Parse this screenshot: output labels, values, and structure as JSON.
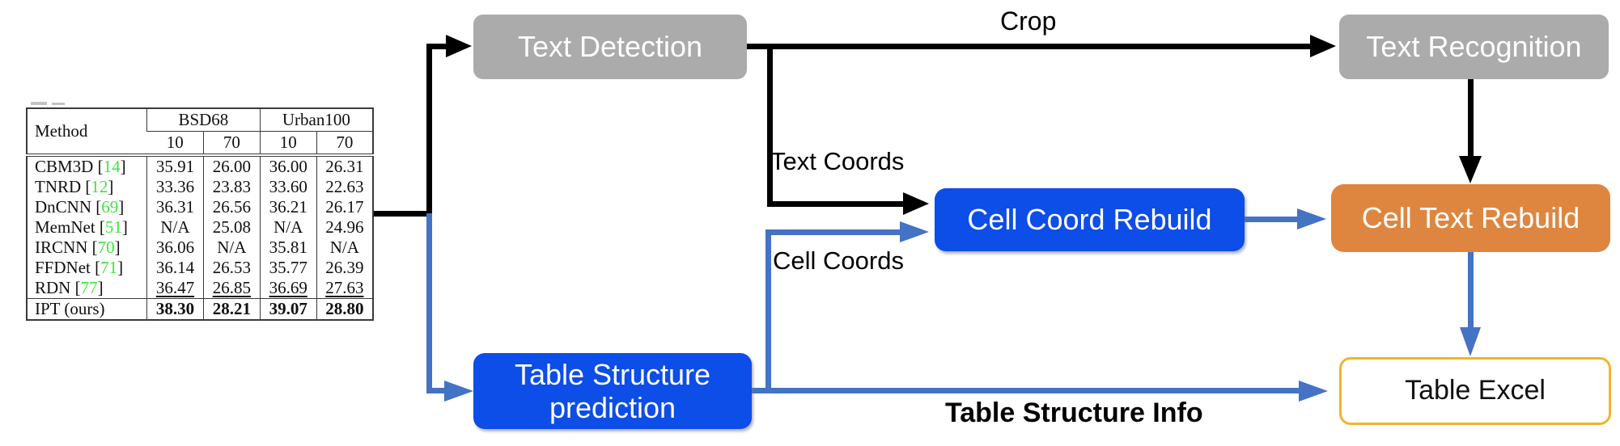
{
  "diagram": {
    "nodes": {
      "text_detection": {
        "label": "Text Detection",
        "color": "#ababab"
      },
      "text_recognition": {
        "label": "Text Recognition",
        "color": "#ababab"
      },
      "cell_coord_rebuild": {
        "label": "Cell Coord Rebuild",
        "color": "#0d4de8"
      },
      "cell_text_rebuild": {
        "label": "Cell Text Rebuild",
        "color": "#de8640"
      },
      "table_structure_prediction": {
        "label": "Table Structure\nprediction",
        "color": "#0d4de8"
      },
      "table_excel": {
        "label": "Table Excel",
        "color": "#ffffff",
        "border_color": "#f0b42f"
      }
    },
    "edge_labels": {
      "crop": "Crop",
      "text_coords": "Text Coords",
      "cell_coords": "Cell Coords",
      "table_structure_info": "Table Structure Info"
    },
    "colors": {
      "gray": "#ababab",
      "blue": "#0d4de8",
      "orange": "#de8640",
      "arrow_blue": "#4472c4",
      "gold": "#f0b42f",
      "green": "#3ce73c",
      "black": "#000000"
    }
  },
  "table_figure": {
    "method_header": "Method",
    "col_groups": [
      "BSD68",
      "Urban100"
    ],
    "sub_cols": [
      "10",
      "70",
      "10",
      "70"
    ],
    "rows": [
      {
        "method": "CBM3D",
        "cite": "14",
        "values": [
          "35.91",
          "26.00",
          "36.00",
          "26.31"
        ],
        "style": "normal"
      },
      {
        "method": "TNRD",
        "cite": "12",
        "values": [
          "33.36",
          "23.83",
          "33.60",
          "22.63"
        ],
        "style": "normal"
      },
      {
        "method": "DnCNN",
        "cite": "69",
        "values": [
          "36.31",
          "26.56",
          "36.21",
          "26.17"
        ],
        "style": "normal"
      },
      {
        "method": "MemNet",
        "cite": "51",
        "values": [
          "N/A",
          "25.08",
          "N/A",
          "24.96"
        ],
        "style": "normal"
      },
      {
        "method": "IRCNN",
        "cite": "70",
        "values": [
          "36.06",
          "N/A",
          "35.81",
          "N/A"
        ],
        "style": "normal"
      },
      {
        "method": "FFDNet",
        "cite": "71",
        "values": [
          "36.14",
          "26.53",
          "35.77",
          "26.39"
        ],
        "style": "normal"
      },
      {
        "method": "RDN",
        "cite": "77",
        "values": [
          "36.47",
          "26.85",
          "36.69",
          "27.63"
        ],
        "style": "underline"
      },
      {
        "method": "IPT (ours)",
        "cite": null,
        "values": [
          "38.30",
          "28.21",
          "39.07",
          "28.80"
        ],
        "style": "bold"
      }
    ]
  }
}
